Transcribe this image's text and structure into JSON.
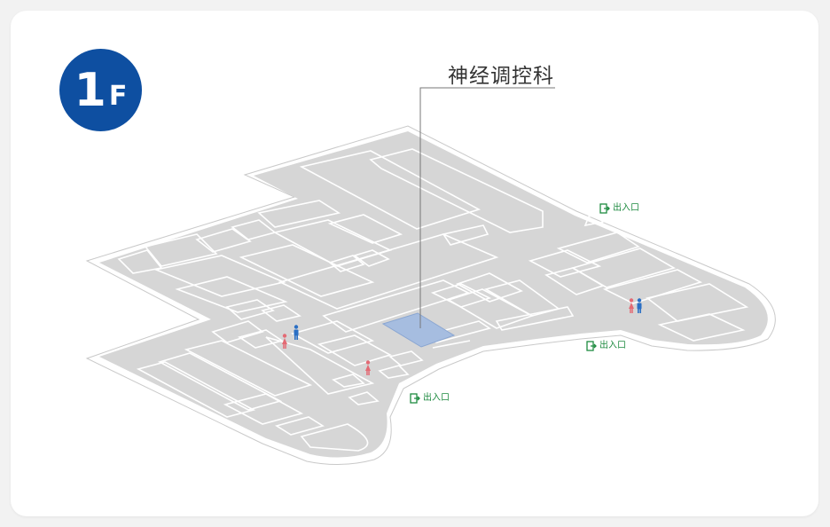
{
  "floor": {
    "number": "1",
    "suffix": "F",
    "badge_color": "#0e4fa1"
  },
  "highlight": {
    "department": "神经调控科",
    "color": "#a6bde0"
  },
  "exits": [
    {
      "label": "出入口",
      "icon": "exit-door-icon"
    },
    {
      "label": "出入口",
      "icon": "exit-door-icon"
    },
    {
      "label": "出入口",
      "icon": "exit-door-icon"
    }
  ],
  "colors": {
    "floor": "#d6d6d6",
    "lines": "#ffffff",
    "exit": "#1e8b40",
    "female": "#e36a74",
    "male": "#2a6fc4"
  }
}
